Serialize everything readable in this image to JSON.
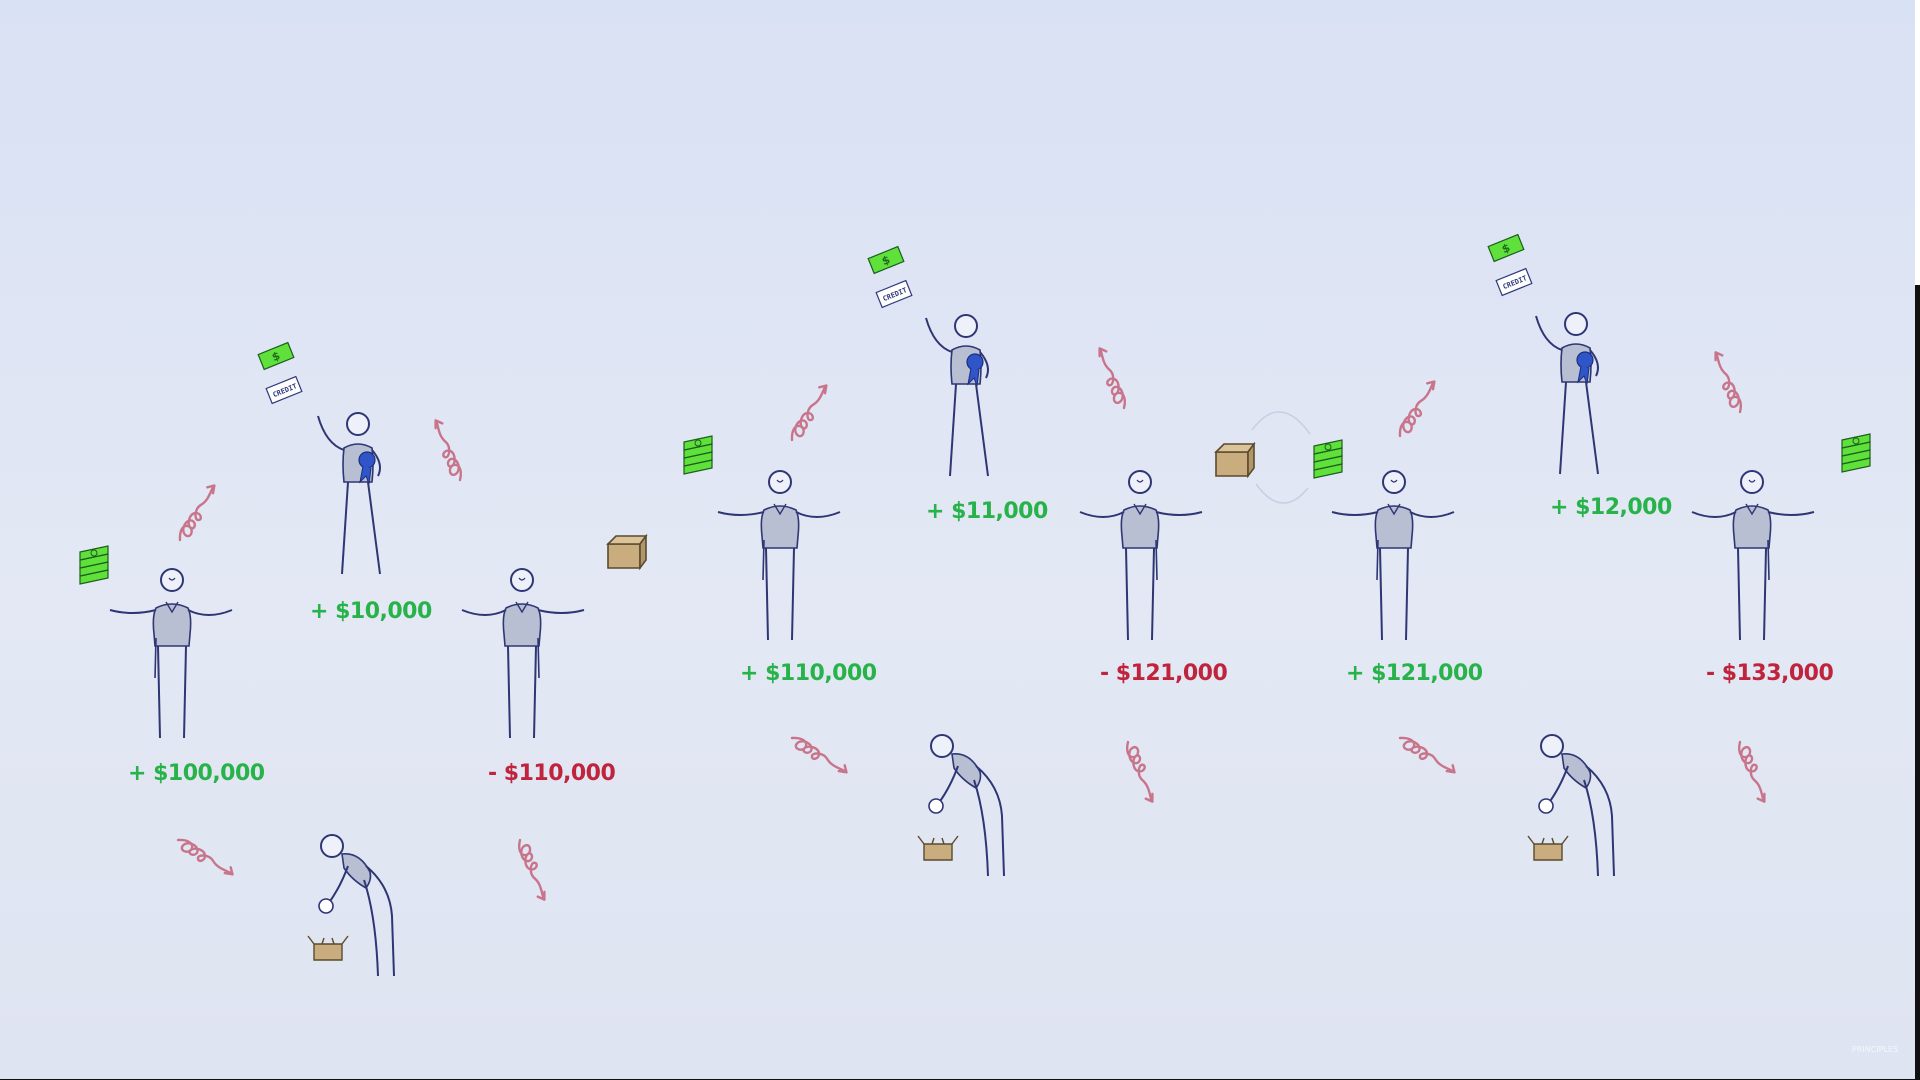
{
  "scene": {
    "cycles": [
      {
        "banker_amount": "+ $10,000",
        "left_amount": "+ $100,000",
        "right_amount": "- $110,000"
      },
      {
        "banker_amount": "+ $11,000",
        "left_amount": "+ $110,000",
        "right_amount": "- $121,000"
      },
      {
        "banker_amount": "+ $12,000",
        "left_amount": "+ $121,000",
        "right_amount": "- $133,000"
      }
    ],
    "credit_label": "CREDIT",
    "dollar_symbol": "$",
    "watermark": "PRINCIPLES"
  },
  "colors": {
    "positive": "#27b24a",
    "negative": "#c0243d",
    "arrow": "#c8758b",
    "ink": "#2e3674",
    "money": "#5fe03a",
    "box": "#c9ad7f"
  },
  "icons": [
    "money-stack-icon",
    "cash-bill-icon",
    "credit-note-icon",
    "cardboard-box-icon",
    "spiral-arrow-icon",
    "ribbon-badge-icon"
  ]
}
